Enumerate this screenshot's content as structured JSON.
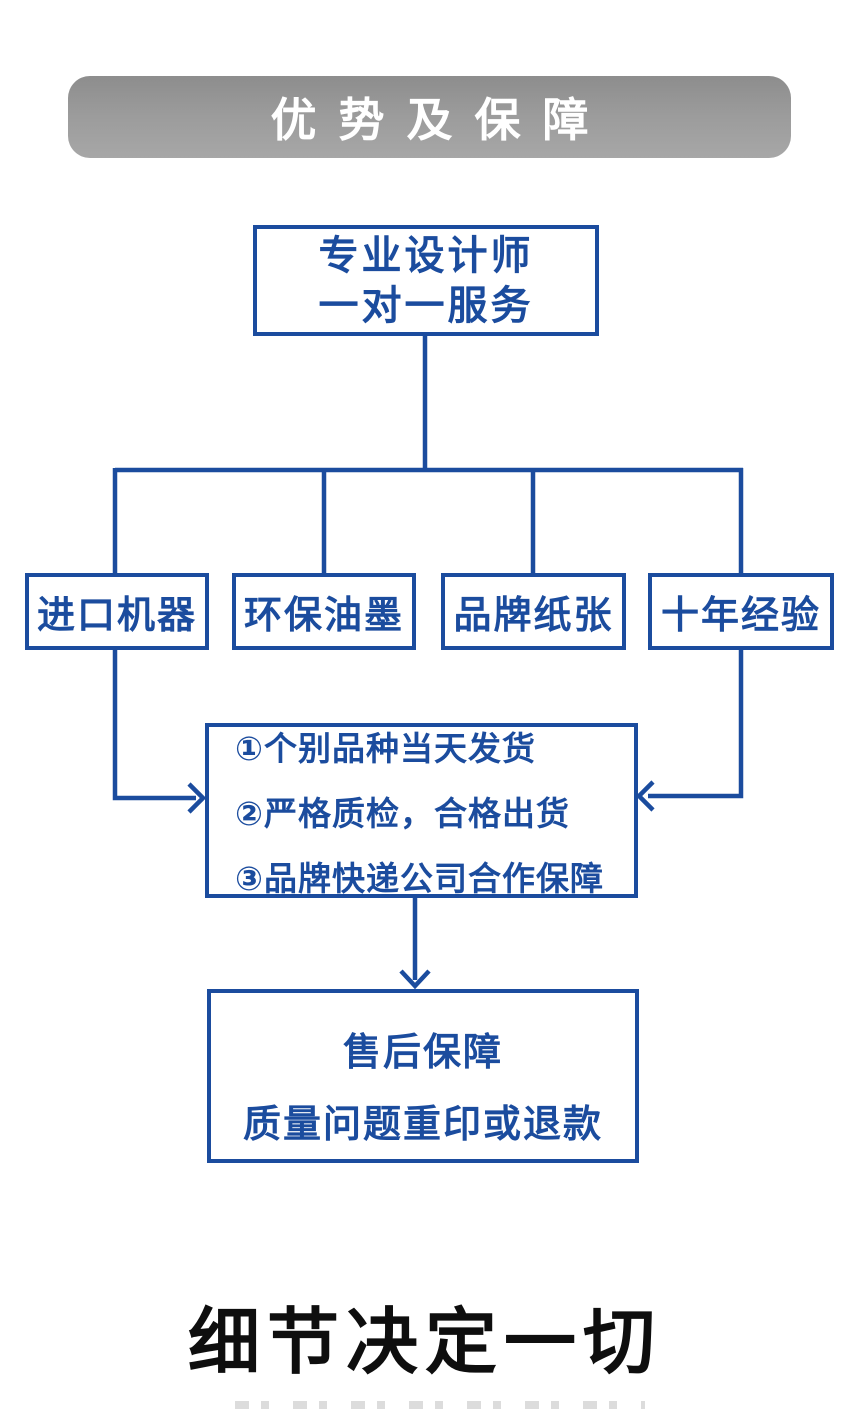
{
  "banner": {
    "title": "优势及保障"
  },
  "colors": {
    "accent_blue": "#1b4c9e",
    "banner_gray": "#9c9c9c",
    "slogan_black": "#0e0e0e"
  },
  "flowchart": {
    "top_box": {
      "line1": "专业设计师",
      "line2": "一对一服务"
    },
    "feature_boxes": [
      {
        "label": "进口机器"
      },
      {
        "label": "环保油墨"
      },
      {
        "label": "品牌纸张"
      },
      {
        "label": "十年经验"
      }
    ],
    "guarantee_box": {
      "items": [
        "①个别品种当天发货",
        "②严格质检，合格出货",
        "③品牌快递公司合作保障"
      ]
    },
    "aftersales_box": {
      "line1": "售后保障",
      "line2": "质量问题重印或退款"
    }
  },
  "slogan": {
    "text": "细节决定一切"
  }
}
